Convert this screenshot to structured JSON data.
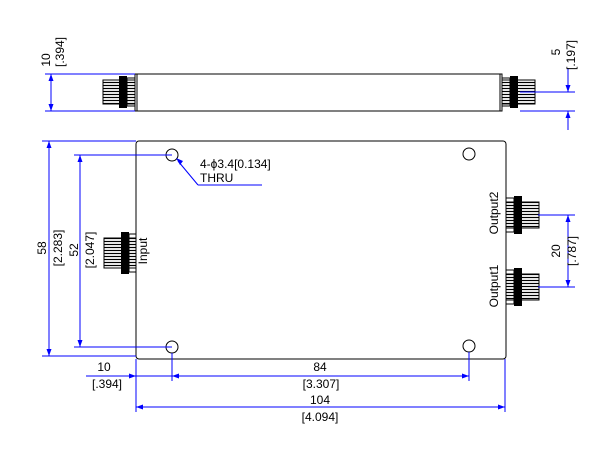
{
  "dimensions": {
    "side_height": {
      "mm": "10",
      "inch": "[.394]"
    },
    "connector_offset": {
      "mm": "5",
      "inch": "[.197]"
    },
    "overall_height": {
      "mm": "58",
      "inch": "[2.283]"
    },
    "hole_spacing_vertical": {
      "mm": "52",
      "inch": "[2.047]"
    },
    "output_spacing": {
      "mm": "20",
      "inch": "[.787]"
    },
    "hole_inset": {
      "mm": "10",
      "inch": "[.394]"
    },
    "hole_spacing_horizontal": {
      "mm": "84",
      "inch": "[3.307]"
    },
    "overall_length": {
      "mm": "104",
      "inch": "[4.094]"
    }
  },
  "hole_callout": {
    "line1": "4-ϕ3.4[0.134]",
    "line2": "THRU"
  },
  "ports": {
    "input": "Input",
    "output1": "Output1",
    "output2": "Output2"
  },
  "colors": {
    "part": "#000000",
    "dimension": "#0000ff"
  }
}
